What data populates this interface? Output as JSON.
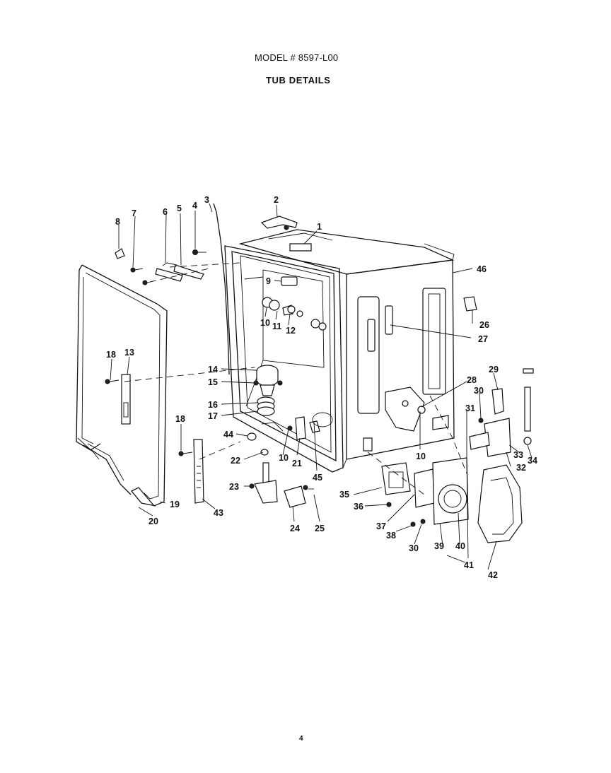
{
  "header": {
    "model": "MODEL # 8597-L00",
    "section": "TUB DETAILS"
  },
  "footer": {
    "page_number": "4"
  },
  "callouts": [
    {
      "id": "c1",
      "text": "1"
    },
    {
      "id": "c2",
      "text": "2"
    },
    {
      "id": "c3",
      "text": "3"
    },
    {
      "id": "c4",
      "text": "4"
    },
    {
      "id": "c5",
      "text": "5"
    },
    {
      "id": "c6",
      "text": "6"
    },
    {
      "id": "c7",
      "text": "7"
    },
    {
      "id": "c8",
      "text": "8"
    },
    {
      "id": "c9",
      "text": "9"
    },
    {
      "id": "c10a",
      "text": "10"
    },
    {
      "id": "c11",
      "text": "11"
    },
    {
      "id": "c12",
      "text": "12"
    },
    {
      "id": "c13",
      "text": "13"
    },
    {
      "id": "c14",
      "text": "14"
    },
    {
      "id": "c15",
      "text": "15"
    },
    {
      "id": "c16",
      "text": "16"
    },
    {
      "id": "c17",
      "text": "17"
    },
    {
      "id": "c18a",
      "text": "18"
    },
    {
      "id": "c18b",
      "text": "18"
    },
    {
      "id": "c19",
      "text": "19"
    },
    {
      "id": "c20",
      "text": "20"
    },
    {
      "id": "c21",
      "text": "21"
    },
    {
      "id": "c22",
      "text": "22"
    },
    {
      "id": "c23",
      "text": "23"
    },
    {
      "id": "c24",
      "text": "24"
    },
    {
      "id": "c25",
      "text": "25"
    },
    {
      "id": "c26",
      "text": "26"
    },
    {
      "id": "c27",
      "text": "27"
    },
    {
      "id": "c28a",
      "text": "28"
    },
    {
      "id": "c29",
      "text": "29"
    },
    {
      "id": "c30a",
      "text": "30"
    },
    {
      "id": "c30b",
      "text": "30"
    },
    {
      "id": "c31",
      "text": "31"
    },
    {
      "id": "c32",
      "text": "32"
    },
    {
      "id": "c33",
      "text": "33"
    },
    {
      "id": "c34",
      "text": "34"
    },
    {
      "id": "c35",
      "text": "35"
    },
    {
      "id": "c36",
      "text": "36"
    },
    {
      "id": "c37",
      "text": "37"
    },
    {
      "id": "c38",
      "text": "38"
    },
    {
      "id": "c39",
      "text": "39"
    },
    {
      "id": "c40",
      "text": "40"
    },
    {
      "id": "c41",
      "text": "41"
    },
    {
      "id": "c42",
      "text": "42"
    },
    {
      "id": "c43",
      "text": "43"
    },
    {
      "id": "c44",
      "text": "44"
    },
    {
      "id": "c45",
      "text": "45"
    },
    {
      "id": "c46",
      "text": "46"
    },
    {
      "id": "c10b",
      "text": "10"
    },
    {
      "id": "c10c",
      "text": "10"
    }
  ]
}
